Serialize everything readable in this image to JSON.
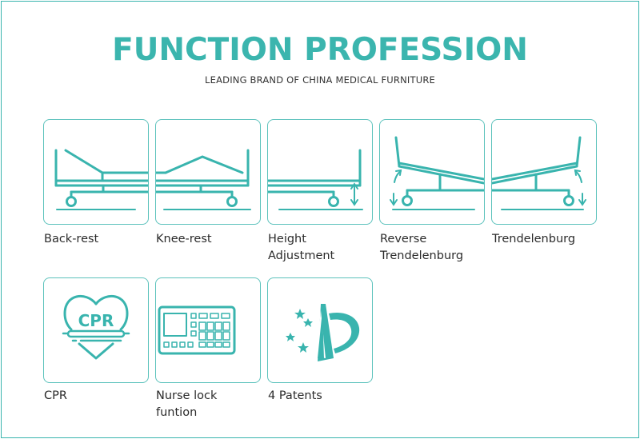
{
  "title": "FUNCTION PROFESSION",
  "subtitle": "LEADING BRAND OF CHINA MEDICAL FURNITURE",
  "functions": [
    {
      "icon": "back-rest-bed-icon",
      "label_lines": [
        "Back-rest"
      ]
    },
    {
      "icon": "knee-rest-bed-icon",
      "label_lines": [
        "Knee-rest"
      ]
    },
    {
      "icon": "height-adjustment-bed-icon",
      "label_lines": [
        "Height",
        "Adjustment"
      ]
    },
    {
      "icon": "reverse-trendelenburg-bed-icon",
      "label_lines": [
        "Reverse",
        "Trendelenburg"
      ]
    },
    {
      "icon": "trendelenburg-bed-icon",
      "label_lines": [
        "Trendelenburg"
      ]
    },
    {
      "icon": "cpr-heart-icon",
      "label_lines": [
        "CPR"
      ],
      "icon_text": "CPR"
    },
    {
      "icon": "nurse-control-panel-icon",
      "label_lines": [
        "Nurse lock",
        "funtion"
      ]
    },
    {
      "icon": "patents-star-logo-icon",
      "label_lines": [
        "4 Patents"
      ]
    }
  ],
  "colors": {
    "accent": "#3bb5ae",
    "border": "#5cc2bc",
    "text": "#2b2b2b"
  }
}
